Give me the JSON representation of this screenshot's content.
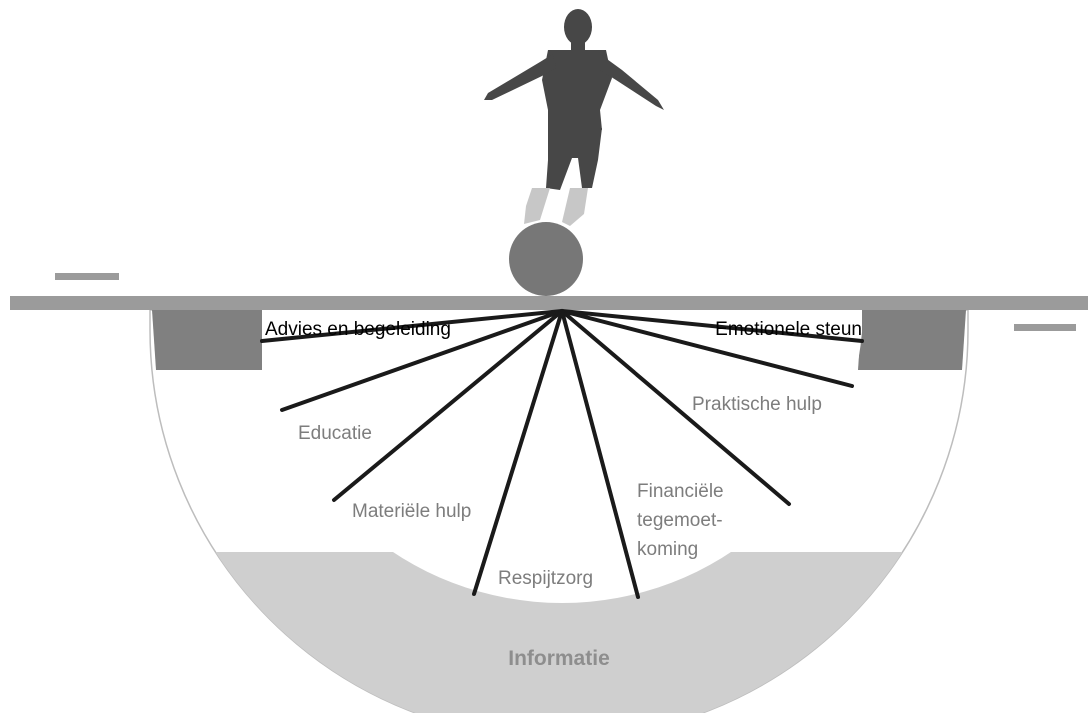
{
  "diagram": {
    "labels": {
      "advies": "Advies en begeleiding",
      "emotionele": "Emotionele steun",
      "educatie": "Educatie",
      "praktische": "Praktische hulp",
      "materiele": "Materiële hulp",
      "financiele_1": "Financiële",
      "financiele_2": "tegemoet-",
      "financiele_3": "koming",
      "respijtzorg": "Respijtzorg",
      "informatie": "Informatie"
    },
    "colors": {
      "beam": "#9b9b9b",
      "inner_gray": "#808080",
      "light_band": "#cfcfcf",
      "ball": "#777777",
      "figure": "#474747",
      "spoke": "#1a1a1a"
    }
  }
}
